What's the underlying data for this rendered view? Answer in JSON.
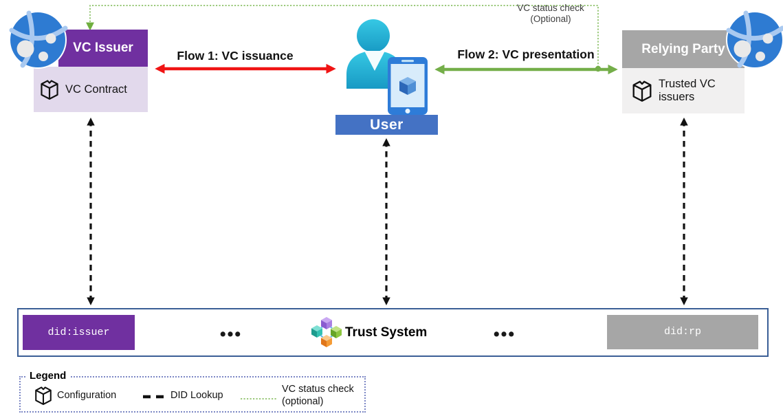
{
  "diagram": {
    "issuer": {
      "title": "VC Issuer",
      "config_label": "VC Contract",
      "did": "did:issuer"
    },
    "user": {
      "title": "User"
    },
    "relying_party": {
      "title": "Relying Party",
      "config_label": "Trusted VC issuers",
      "did": "did:rp"
    },
    "trust_system": {
      "label": "Trust System",
      "ellipsis": "•••"
    },
    "flows": {
      "flow1_label": "Flow 1: VC  issuance",
      "flow2_label": "Flow 2: VC presentation",
      "status_check_line1": "VC status check",
      "status_check_line2": "(Optional)"
    }
  },
  "legend": {
    "title": "Legend",
    "configuration_label": "Configuration",
    "did_lookup_label": "DID Lookup",
    "status_check_label": "VC status check (optional)"
  },
  "colors": {
    "issuer_purple": "#7030A0",
    "issuer_light_purple": "#E2D9EC",
    "relying_party_gray": "#A6A6A6",
    "relying_party_light_gray": "#F1F0F0",
    "user_blue": "#4472C4",
    "flow1_red": "#F01414",
    "flow2_green": "#74AE49",
    "status_check_green": "#8CC068",
    "trust_band_border": "#3A5E96"
  }
}
